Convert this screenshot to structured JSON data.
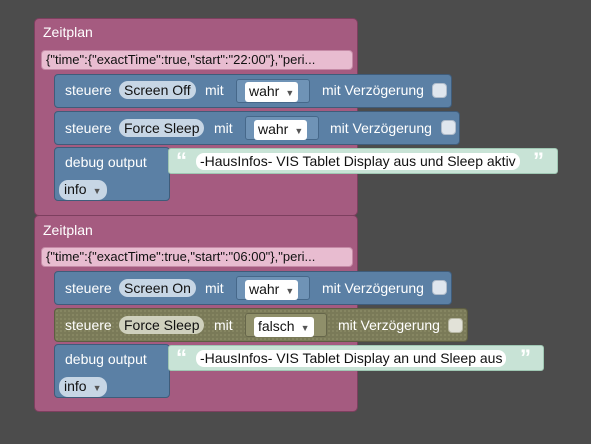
{
  "block1": {
    "title": "Zeitplan",
    "schedule": "{\"time\":{\"exactTime\":true,\"start\":\"22:00\"},\"peri...",
    "rows": [
      {
        "keyword": "steuere",
        "target": "Screen Off",
        "mit": "mit",
        "value": "wahr",
        "delay": "mit Verzögerung"
      },
      {
        "keyword": "steuere",
        "target": "Force Sleep",
        "mit": "mit",
        "value": "wahr",
        "delay": "mit Verzögerung"
      }
    ],
    "debug": {
      "label": "debug output",
      "text": "-HausInfos- VIS Tablet Display aus und Sleep aktiv",
      "level": "info"
    }
  },
  "block2": {
    "title": "Zeitplan",
    "schedule": "{\"time\":{\"exactTime\":true,\"start\":\"06:00\"},\"peri...",
    "rows": [
      {
        "keyword": "steuere",
        "target": "Screen On",
        "mit": "mit",
        "value": "wahr",
        "delay": "mit Verzögerung"
      },
      {
        "keyword": "steuere",
        "target": "Force Sleep",
        "mit": "mit",
        "value": "falsch",
        "delay": "mit Verzögerung"
      }
    ],
    "debug": {
      "label": "debug output",
      "text": "-HausInfos- VIS Tablet Display an und Sleep aus",
      "level": "info"
    }
  },
  "glyphs": {
    "open_quote": "“",
    "close_quote": "”",
    "arrow": "▼"
  }
}
